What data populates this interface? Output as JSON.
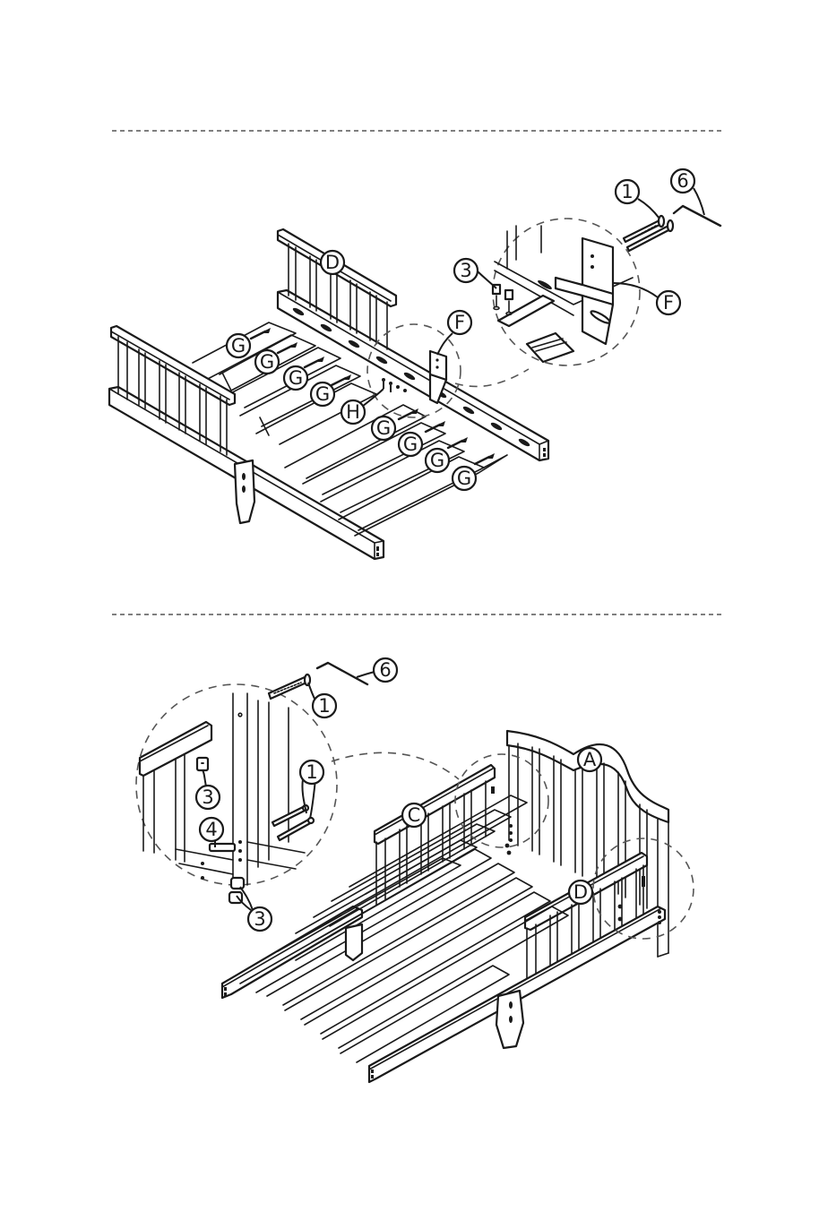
{
  "step1": {
    "labels": {
      "D": "D",
      "F_main": "F",
      "F_zoom": "F",
      "G": "G",
      "H": "H",
      "part1": "1",
      "part3": "3",
      "part6": "6"
    }
  },
  "step2": {
    "labels": {
      "A": "A",
      "C": "C",
      "D": "D",
      "part1_top": "1",
      "part1_zoom": "1",
      "part3_top": "3",
      "part3_bottom": "3",
      "part4": "4",
      "part6": "6"
    }
  },
  "colors": {
    "line": "#1a1a1a",
    "background": "#ffffff"
  }
}
